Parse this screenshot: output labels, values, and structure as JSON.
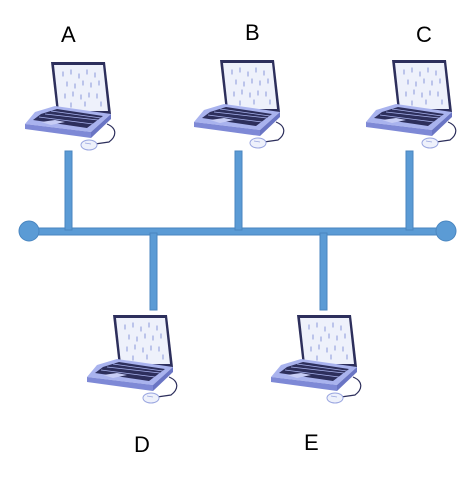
{
  "nodes": [
    {
      "id": "A",
      "label": "A",
      "icon": "laptop-icon"
    },
    {
      "id": "B",
      "label": "B",
      "icon": "laptop-icon"
    },
    {
      "id": "C",
      "label": "C",
      "icon": "laptop-icon"
    },
    {
      "id": "D",
      "label": "D",
      "icon": "laptop-icon"
    },
    {
      "id": "E",
      "label": "E",
      "icon": "laptop-icon"
    }
  ],
  "bus": {
    "icon": "bus-line",
    "terminator_icon": "bus-terminator-icon"
  },
  "colors": {
    "bus": "#5b9bd5",
    "bus_border": "#4a86c0",
    "laptop_body": "#a9b3ee",
    "laptop_body_dark": "#7e89d6",
    "screen": "#eef1fb",
    "screen_frame": "#2d2f5c",
    "keyboard": "#2d2f5c"
  }
}
